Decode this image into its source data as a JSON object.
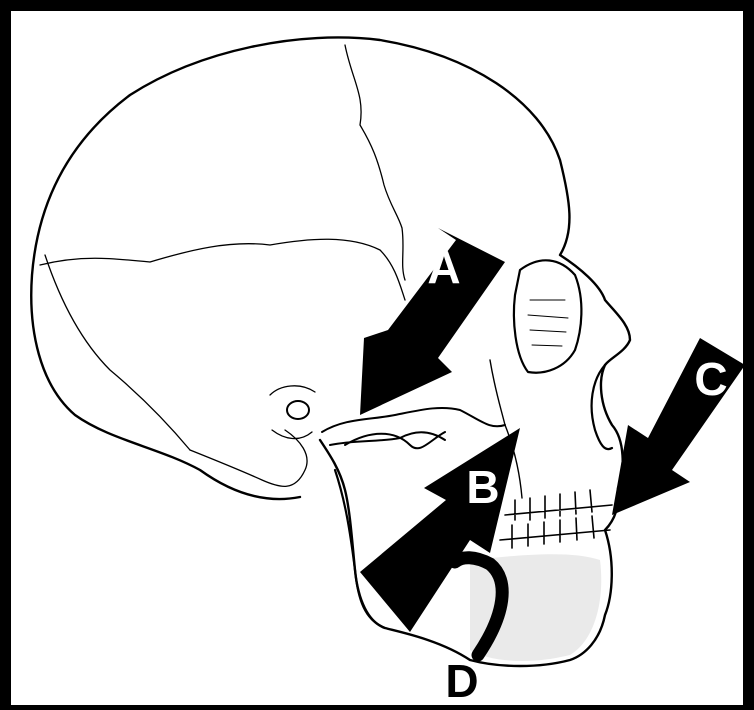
{
  "labels": {
    "a": "A",
    "b": "B",
    "c": "C",
    "d": "D"
  },
  "colors": {
    "ink": "#000000",
    "paper": "#ffffff",
    "arrow_label": "#ffffff",
    "callout_label": "#000000",
    "shade": "#d9d9d9"
  }
}
